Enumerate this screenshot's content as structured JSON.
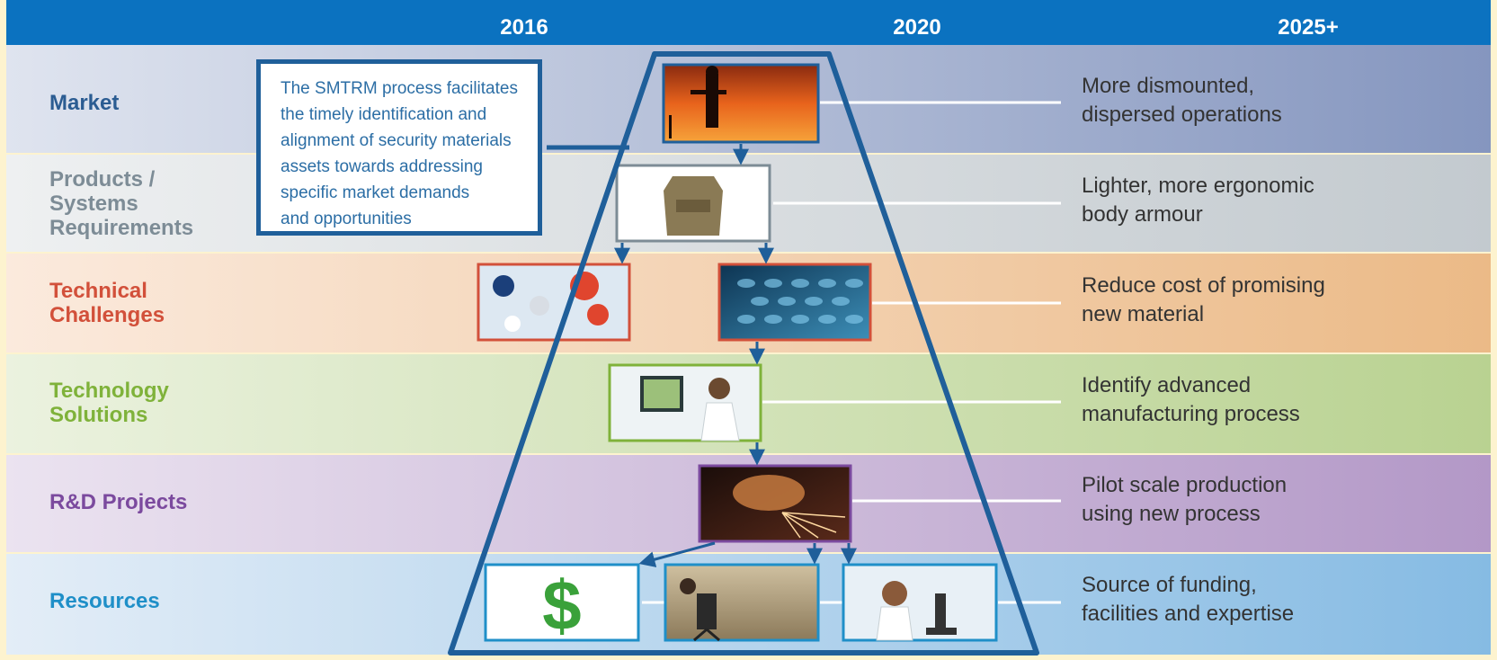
{
  "timeline": {
    "years": [
      "2016",
      "2020",
      "2025+"
    ]
  },
  "lanes": [
    {
      "label": "Market",
      "color": "#2b5c92",
      "outcome": "More dismounted,\ndispersed operations"
    },
    {
      "label": "Products /\nSystems\nRequirements",
      "color": "#7d8c96",
      "outcome": "Lighter, more ergonomic\nbody armour"
    },
    {
      "label": "Technical\nChallenges",
      "color": "#d2503a",
      "outcome": "Reduce cost of promising\nnew material"
    },
    {
      "label": "Technology\nSolutions",
      "color": "#7fb23a",
      "outcome": "Identify advanced\nmanufacturing process"
    },
    {
      "label": "R&D Projects",
      "color": "#7b4a9e",
      "outcome": "Pilot scale production\nusing new process"
    },
    {
      "label": "Resources",
      "color": "#1f8fc8",
      "outcome": "Source of funding,\nfacilities and expertise"
    }
  ],
  "callout": {
    "text": "The SMTRM process facilitates\nthe timely identification and\nalignment of security materials\nassets towards addressing\nspecific market demands\nand opportunities"
  },
  "images": [
    {
      "name": "soldier-sunset-photo",
      "lane": "Market"
    },
    {
      "name": "body-armour-vest-photo",
      "lane": "Products / Systems Requirements"
    },
    {
      "name": "molecular-model-photo",
      "lane": "Technical Challenges"
    },
    {
      "name": "material-mesh-photo",
      "lane": "Technical Challenges"
    },
    {
      "name": "lab-researcher-computer-photo",
      "lane": "Technology Solutions"
    },
    {
      "name": "manufacturing-sparks-photo",
      "lane": "R&D Projects"
    },
    {
      "name": "dollar-sign-icon",
      "lane": "Resources"
    },
    {
      "name": "field-testing-photo",
      "lane": "Resources"
    },
    {
      "name": "microscope-researcher-photo",
      "lane": "Resources"
    }
  ],
  "colors": {
    "header": "#0b72c0",
    "frame": "#1f5f9a"
  }
}
